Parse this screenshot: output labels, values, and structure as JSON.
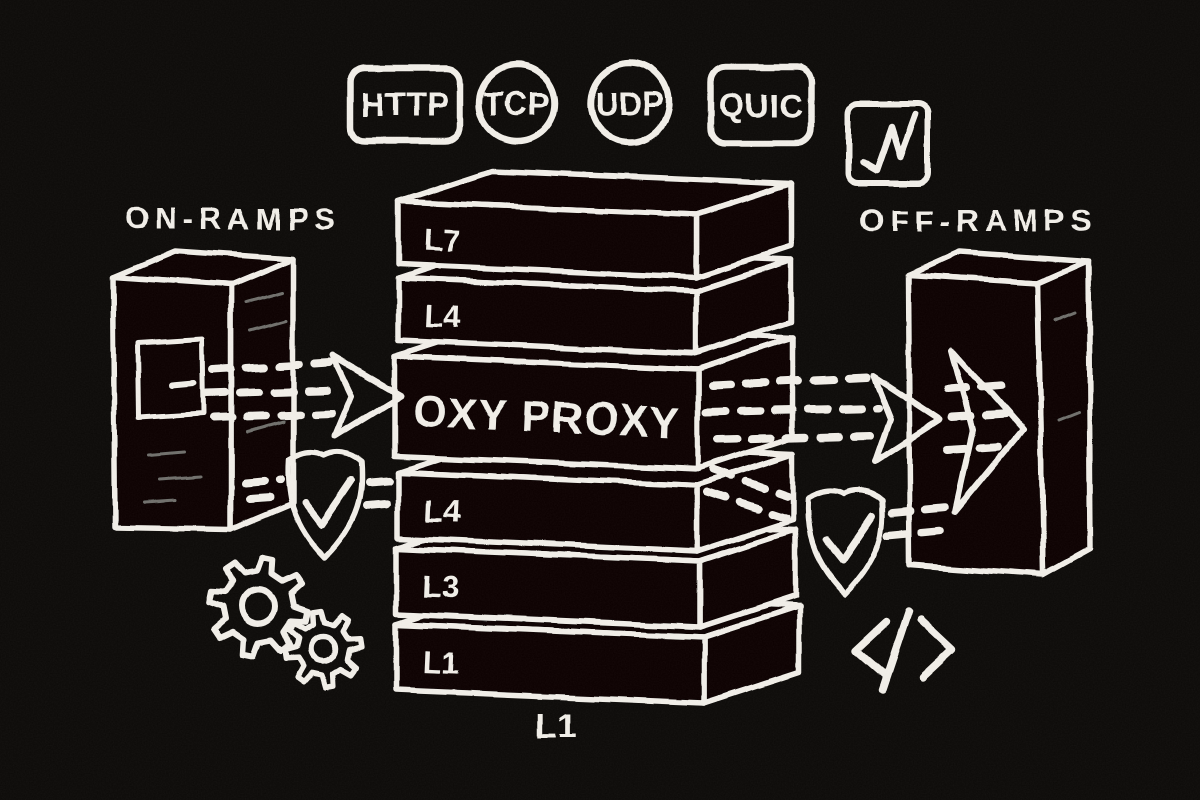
{
  "colors": {
    "background": "#0d0b09",
    "ink": "#f2efe9"
  },
  "protocol_badges": {
    "http": "HTTP",
    "tcp": "TCP",
    "udp": "UDP",
    "quic": "QUIC"
  },
  "side_labels": {
    "on_ramps": "ON-RAMPS",
    "off_ramps": "OFF-RAMPS"
  },
  "proxy_stack": {
    "l7": "L7",
    "l4_upper": "L4",
    "core": "OXY PROXY",
    "l4_lower": "L4",
    "l3": "L3",
    "l1": "L1",
    "base": "L1"
  },
  "icons": {
    "metrics": "line-chart-icon",
    "security_ingress": "shield-check-icon",
    "security_egress": "shield-check-icon",
    "config": "gears-icon",
    "code": "code-brackets-icon"
  }
}
